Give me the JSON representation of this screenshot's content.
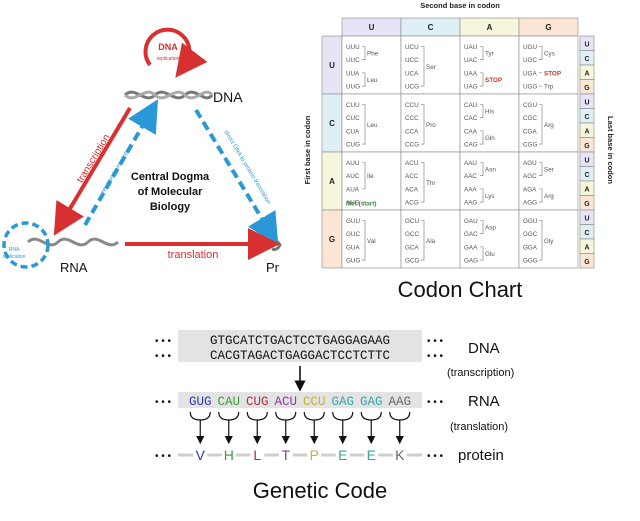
{
  "central_dogma": {
    "title_lines": [
      "Central Dogma",
      "of Molecular",
      "Biology"
    ],
    "dna_label": "DNA",
    "rna_label": "RNA",
    "protein_label": "Pr",
    "dna_replication": [
      "DNA",
      "replication"
    ],
    "rna_replication": [
      "RNA",
      "replication"
    ],
    "transcription": "transcription",
    "reverse_transcription": "reverse transcription",
    "translation": "translation",
    "direct_translation": "direct DNA to protein translation",
    "colors": {
      "red": "#d83030",
      "blue": "#2a97d6",
      "helix": "#8a8a8a"
    }
  },
  "codon_chart": {
    "top_axis": "Second base in codon",
    "left_axis": "First base in codon",
    "right_axis": "Last base in codon",
    "columns": [
      "U",
      "C",
      "A",
      "G"
    ],
    "rows": [
      {
        "base": "U",
        "cells": [
          {
            "codons": [
              "UUU",
              "UUC",
              "UUA",
              "UUG"
            ],
            "aas": [
              {
                "name": "Phe",
                "span": [
                  0,
                  1
                ]
              },
              {
                "name": "Leu",
                "span": [
                  2,
                  3
                ]
              }
            ]
          },
          {
            "codons": [
              "UCU",
              "UCC",
              "UCA",
              "UCG"
            ],
            "aas": [
              {
                "name": "Ser",
                "span": [
                  0,
                  3
                ]
              }
            ]
          },
          {
            "codons": [
              "UAU",
              "UAC",
              "UAA",
              "UAG"
            ],
            "aas": [
              {
                "name": "Tyr",
                "span": [
                  0,
                  1
                ]
              },
              {
                "name": "STOP",
                "span": [
                  2,
                  3
                ],
                "stop": true
              }
            ]
          },
          {
            "codons": [
              "UGU",
              "UGC",
              "UGA",
              "UGG"
            ],
            "aas": [
              {
                "name": "Cys",
                "span": [
                  0,
                  1
                ]
              },
              {
                "name": "STOP",
                "span": [
                  2,
                  2
                ],
                "stop": true
              },
              {
                "name": "Trp",
                "span": [
                  3,
                  3
                ]
              }
            ]
          }
        ]
      },
      {
        "base": "C",
        "cells": [
          {
            "codons": [
              "CUU",
              "CUC",
              "CUA",
              "CUG"
            ],
            "aas": [
              {
                "name": "Leu",
                "span": [
                  0,
                  3
                ]
              }
            ]
          },
          {
            "codons": [
              "CCU",
              "CCC",
              "CCA",
              "CCG"
            ],
            "aas": [
              {
                "name": "Pro",
                "span": [
                  0,
                  3
                ]
              }
            ]
          },
          {
            "codons": [
              "CAU",
              "CAC",
              "CAA",
              "CAG"
            ],
            "aas": [
              {
                "name": "His",
                "span": [
                  0,
                  1
                ]
              },
              {
                "name": "Gln",
                "span": [
                  2,
                  3
                ]
              }
            ]
          },
          {
            "codons": [
              "CGU",
              "CGC",
              "CGA",
              "CGG"
            ],
            "aas": [
              {
                "name": "Arg",
                "span": [
                  0,
                  3
                ]
              }
            ]
          }
        ]
      },
      {
        "base": "A",
        "cells": [
          {
            "codons": [
              "AUU",
              "AUC",
              "AUA",
              "AUG"
            ],
            "aas": [
              {
                "name": "Ile",
                "span": [
                  0,
                  2
                ]
              },
              {
                "name": "Met (start)",
                "span": [
                  3,
                  3
                ],
                "start": true
              }
            ]
          },
          {
            "codons": [
              "ACU",
              "ACC",
              "ACA",
              "ACG"
            ],
            "aas": [
              {
                "name": "Thr",
                "span": [
                  0,
                  3
                ]
              }
            ]
          },
          {
            "codons": [
              "AAU",
              "AAC",
              "AAA",
              "AAG"
            ],
            "aas": [
              {
                "name": "Asn",
                "span": [
                  0,
                  1
                ]
              },
              {
                "name": "Lys",
                "span": [
                  2,
                  3
                ]
              }
            ]
          },
          {
            "codons": [
              "AGU",
              "AGC",
              "AGA",
              "AGG"
            ],
            "aas": [
              {
                "name": "Ser",
                "span": [
                  0,
                  1
                ]
              },
              {
                "name": "Arg",
                "span": [
                  2,
                  3
                ]
              }
            ]
          }
        ]
      },
      {
        "base": "G",
        "cells": [
          {
            "codons": [
              "GUU",
              "GUC",
              "GUA",
              "GUG"
            ],
            "aas": [
              {
                "name": "Val",
                "span": [
                  0,
                  3
                ]
              }
            ]
          },
          {
            "codons": [
              "GCU",
              "GCC",
              "GCA",
              "GCG"
            ],
            "aas": [
              {
                "name": "Ala",
                "span": [
                  0,
                  3
                ]
              }
            ]
          },
          {
            "codons": [
              "GAU",
              "GAC",
              "GAA",
              "GAG"
            ],
            "aas": [
              {
                "name": "Asp",
                "span": [
                  0,
                  1
                ]
              },
              {
                "name": "Glu",
                "span": [
                  2,
                  3
                ]
              }
            ]
          },
          {
            "codons": [
              "GGU",
              "GGC",
              "GGA",
              "GGG"
            ],
            "aas": [
              {
                "name": "Gly",
                "span": [
                  0,
                  3
                ]
              }
            ]
          }
        ]
      }
    ],
    "last_base": [
      "U",
      "C",
      "A",
      "G"
    ],
    "colors": {
      "U": "#e7e4f6",
      "C": "#def0f6",
      "A": "#f6f6dc",
      "G": "#fbe6d6",
      "stop": "#c0392b",
      "start": "#3c8a3c"
    },
    "caption": "Codon Chart"
  },
  "genetic_code": {
    "dna_top": "GTGCATCTGACTCCTGAGGAGAAG",
    "dna_bottom": "CACGTAGACTGAGGACTCCTCTTC",
    "dots": "• • •",
    "rna_codons": [
      {
        "text": "GUG",
        "color": "#2c3aa8"
      },
      {
        "text": "CAU",
        "color": "#3f9c3a"
      },
      {
        "text": "CUG",
        "color": "#b03040"
      },
      {
        "text": "ACU",
        "color": "#8a3aa0"
      },
      {
        "text": "CCU",
        "color": "#c8b030"
      },
      {
        "text": "GAG",
        "color": "#3aa5a5"
      },
      {
        "text": "GAG",
        "color": "#3aa5a5"
      },
      {
        "text": "AAG",
        "color": "#6a6a6a"
      }
    ],
    "protein": [
      {
        "letter": "V",
        "color": "#2c3aa8"
      },
      {
        "letter": "H",
        "color": "#3f9c3a"
      },
      {
        "letter": "L",
        "color": "#b03040"
      },
      {
        "letter": "T",
        "color": "#8a3aa0"
      },
      {
        "letter": "P",
        "color": "#c8b030"
      },
      {
        "letter": "E",
        "color": "#3aa5a5"
      },
      {
        "letter": "E",
        "color": "#3aa5a5"
      },
      {
        "letter": "K",
        "color": "#6a6a6a"
      }
    ],
    "labels": {
      "dna": "DNA",
      "transcription": "(transcription)",
      "rna": "RNA",
      "translation": "(translation)",
      "protein": "protein"
    },
    "caption": "Genetic Code"
  }
}
